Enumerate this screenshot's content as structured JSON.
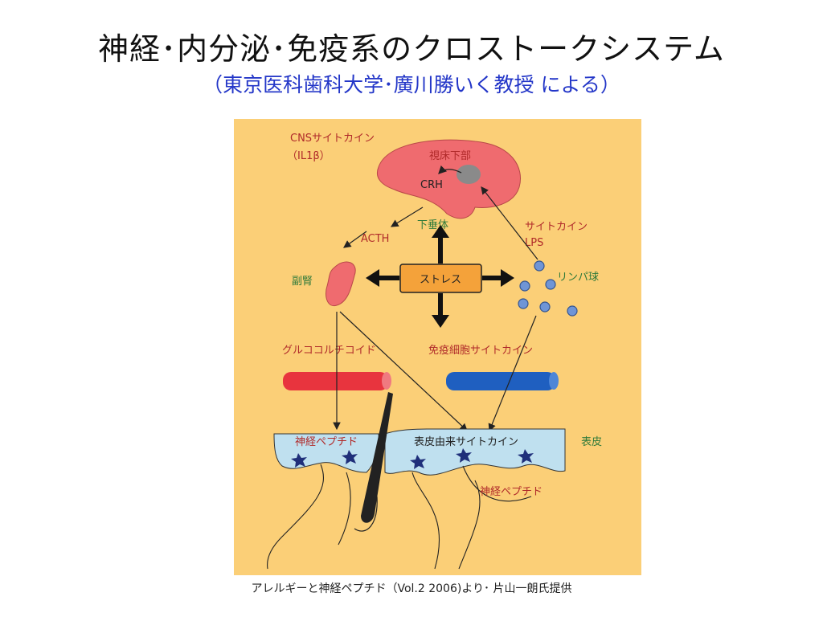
{
  "title": "神経･内分泌･免疫系のクロストークシステム",
  "subtitle": "（東京医科歯科大学･廣川勝いく教授 による）",
  "caption": "アレルギーと神経ペプチド（Vol.2 2006)より･ 片山一朗氏提供",
  "diagram": {
    "cns_cytokine": "CNSサイトカイン",
    "il1b": "（IL1β）",
    "hypothalamus": "視床下部",
    "crh": "CRH",
    "pituitary": "下垂体",
    "acth": "ACTH",
    "cytokine_lps_1": "サイトカイン",
    "cytokine_lps_2": "LPS",
    "adrenal": "副腎",
    "stress": "ストレス",
    "lymphocyte": "リンパ球",
    "glucocorticoid": "グルココルチコイド",
    "immune_cytokine": "免疫細胞サイトカイン",
    "neuropeptide_left": "神経ペプチド",
    "epidermal_cytokine": "表皮由来サイトカイン",
    "epidermis": "表皮",
    "neuropeptide_bottom": "神経ペプチド"
  },
  "colors": {
    "background": "#fbcf77",
    "brain": "#ef6b6f",
    "stress_box": "#f4a23a",
    "lymph": "#6f95d6",
    "skin": "#bfe0ef",
    "red_tube": "#e8343e",
    "blue_tube": "#1f5fc0",
    "dark_red_text": "#b02a2a",
    "green_text": "#2f7a3a"
  }
}
